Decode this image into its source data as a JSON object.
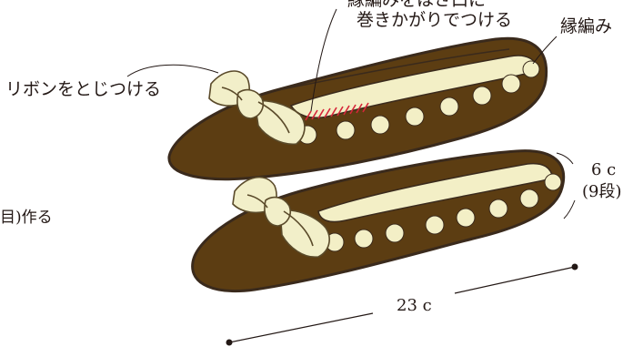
{
  "labels": {
    "ribbon_attach": "リボンをとじつける",
    "edge_note_line1": "縁編みをはさ口に",
    "edge_note_line2": "巻きかがりでつける",
    "edge_knit": "縁編み",
    "height_value": "6 c",
    "height_rows": "(9段)",
    "length_value": "23 c",
    "left_fragment": "目)作る"
  },
  "colors": {
    "sole_outline": "#3a2a1c",
    "body": "#5c3d12",
    "trim": "#f3efc6",
    "dot": "#f3efc6",
    "bow": "#f2efc9",
    "bow_line": "#5a4a2a",
    "stitch": "#d6263a",
    "leader": "#231815"
  }
}
